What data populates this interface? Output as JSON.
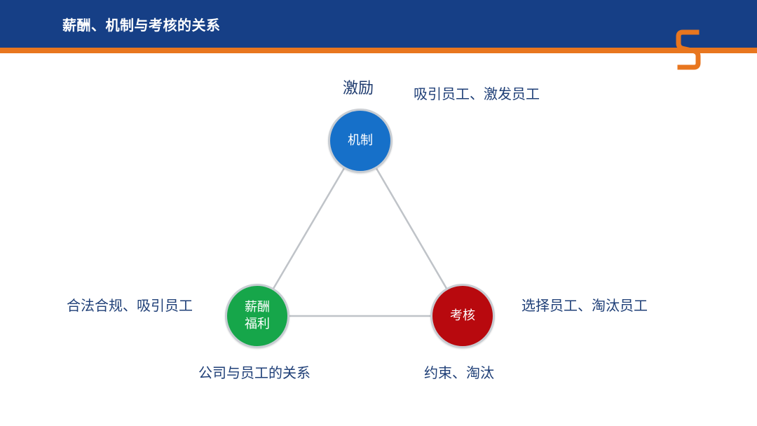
{
  "header": {
    "title": "薪酬、机制与考核的关系",
    "colors": {
      "bar": "#163f86",
      "stripe": "#e8761f"
    },
    "logo_icon": "s-logo-icon"
  },
  "diagram": {
    "nodes": {
      "mechanism": {
        "label": "机制",
        "color": "#1670c9"
      },
      "compensation": {
        "line1": "薪酬",
        "line2": "福利",
        "color": "#16a64a"
      },
      "assessment": {
        "label": "考核",
        "color": "#b8090e"
      }
    },
    "annotations": {
      "top": "激励",
      "top_right": "吸引员工、激发员工",
      "left": "合法合规、吸引员工",
      "right": "选择员工、淘汰员工",
      "bottom_left": "公司与员工的关系",
      "bottom_right": "约束、淘汰"
    },
    "edge_color": "#bfc3c8"
  }
}
